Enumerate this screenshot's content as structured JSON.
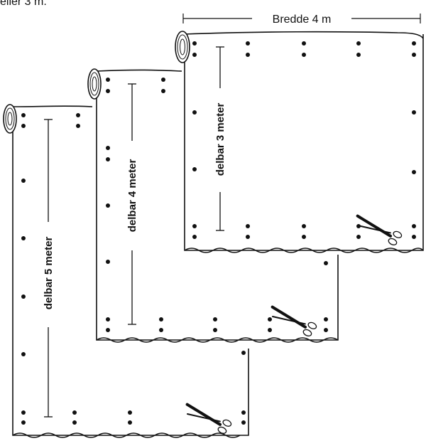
{
  "top_caption": "eller 3 m.",
  "width_label": "Bredde 4 m",
  "rolls": [
    {
      "label": "delbar 5 meter"
    },
    {
      "label": "delbar 4 meter"
    },
    {
      "label": "delbar 3 meter"
    }
  ],
  "colors": {
    "ink": "#111111",
    "paper": "#ffffff"
  }
}
